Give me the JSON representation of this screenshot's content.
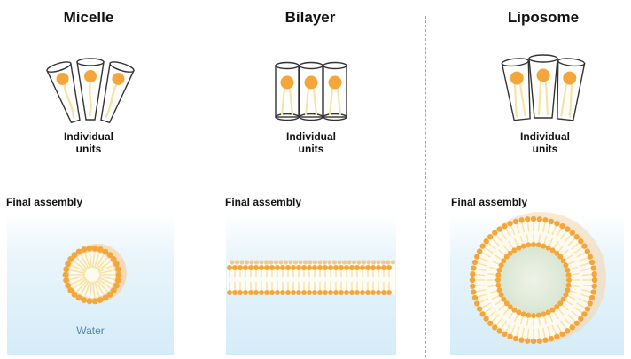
{
  "columns": {
    "micelle": {
      "title": "Micelle",
      "units_label": "Individual\nunits",
      "assembly_label": "Final assembly"
    },
    "bilayer": {
      "title": "Bilayer",
      "units_label": "Individual\nunits",
      "assembly_label": "Final assembly"
    },
    "liposome": {
      "title": "Liposome",
      "units_label": "Individual\nunits",
      "assembly_label": "Final assembly"
    }
  },
  "water_label": "Water",
  "colors": {
    "head": "#f4a63a",
    "head_dark": "#e08f1d",
    "tail": "#f6e3a8",
    "outline": "#333333",
    "water": "#d5ecf8",
    "divider": "#a9a9a9",
    "liposome_core": "#e6efdf"
  }
}
